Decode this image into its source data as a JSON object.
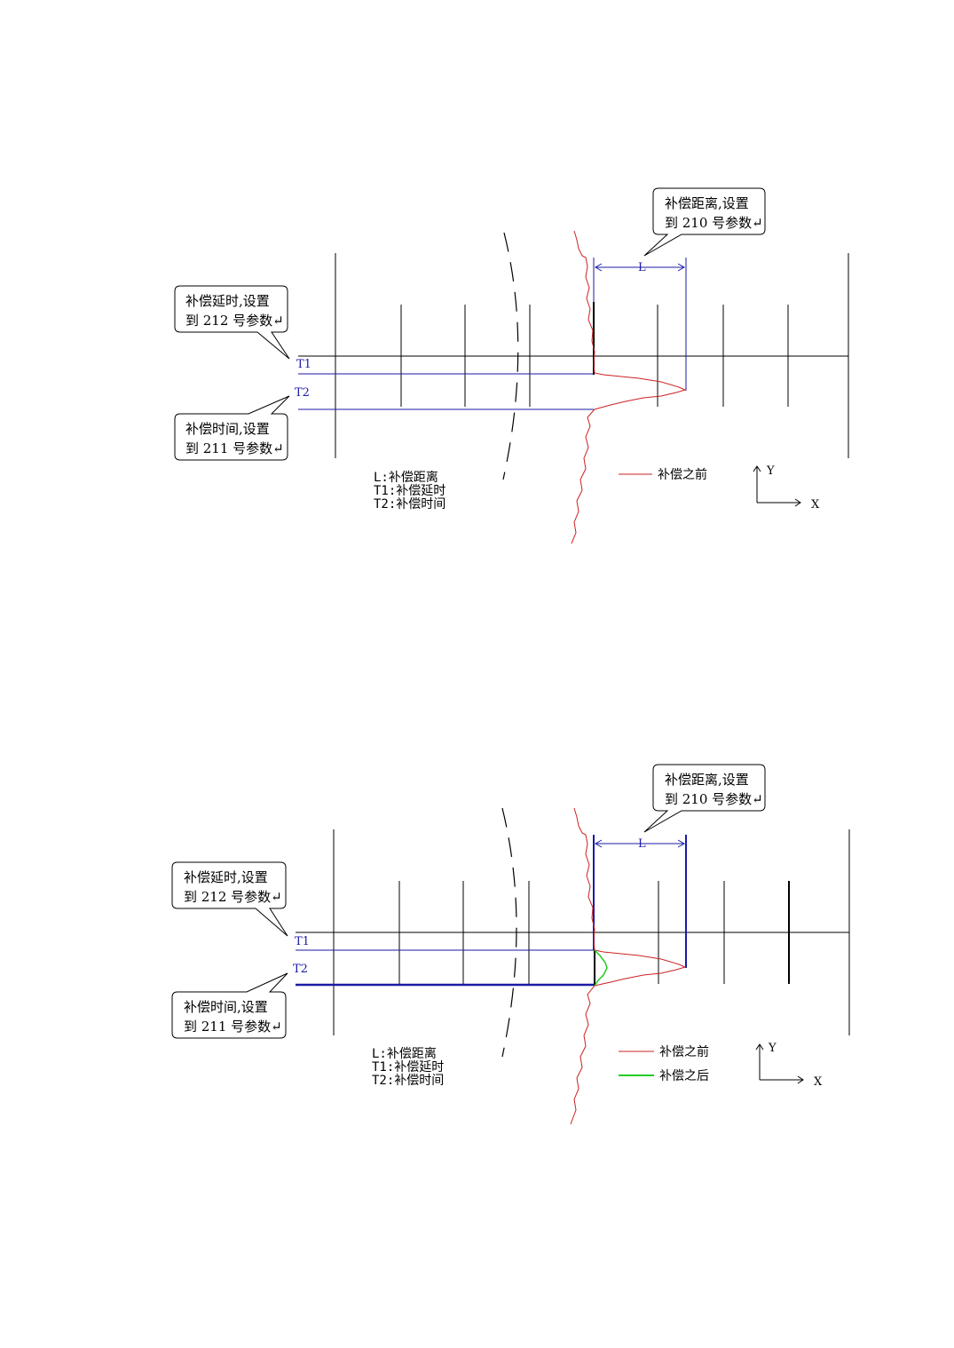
{
  "diagram1": {
    "callout_distance": [
      "补偿距离,设置",
      "到 210 号参数↵"
    ],
    "callout_delay": [
      "补偿延时,设置",
      "到 212 号参数↵"
    ],
    "callout_time": [
      "补偿时间,设置",
      "到 211 号参数↵"
    ],
    "label_L": "L",
    "label_T1": "T1",
    "label_T2": "T2",
    "legend_notes": [
      "L:补偿距离",
      "T1:补偿延时",
      "T2:补偿时间"
    ],
    "legend_before": "补偿之前",
    "axis_y": "Y",
    "axis_x": "X"
  },
  "diagram2": {
    "callout_distance": [
      "补偿距离,设置",
      "到 210 号参数↵"
    ],
    "callout_delay": [
      "补偿延时,设置",
      "到 212 号参数↵"
    ],
    "callout_time": [
      "补偿时间,设置",
      "到 211 号参数↵"
    ],
    "label_L": "L",
    "label_T1": "T1",
    "label_T2": "T2",
    "legend_notes": [
      "L:补偿距离",
      "T1:补偿延时",
      "T2:补偿时间"
    ],
    "legend_before": "补偿之前",
    "legend_after": "补偿之后",
    "axis_y": "Y",
    "axis_x": "X"
  },
  "colors": {
    "blue": "#1a1aa6",
    "red": "#cc2222",
    "green": "#22cc22",
    "black": "#000000"
  }
}
